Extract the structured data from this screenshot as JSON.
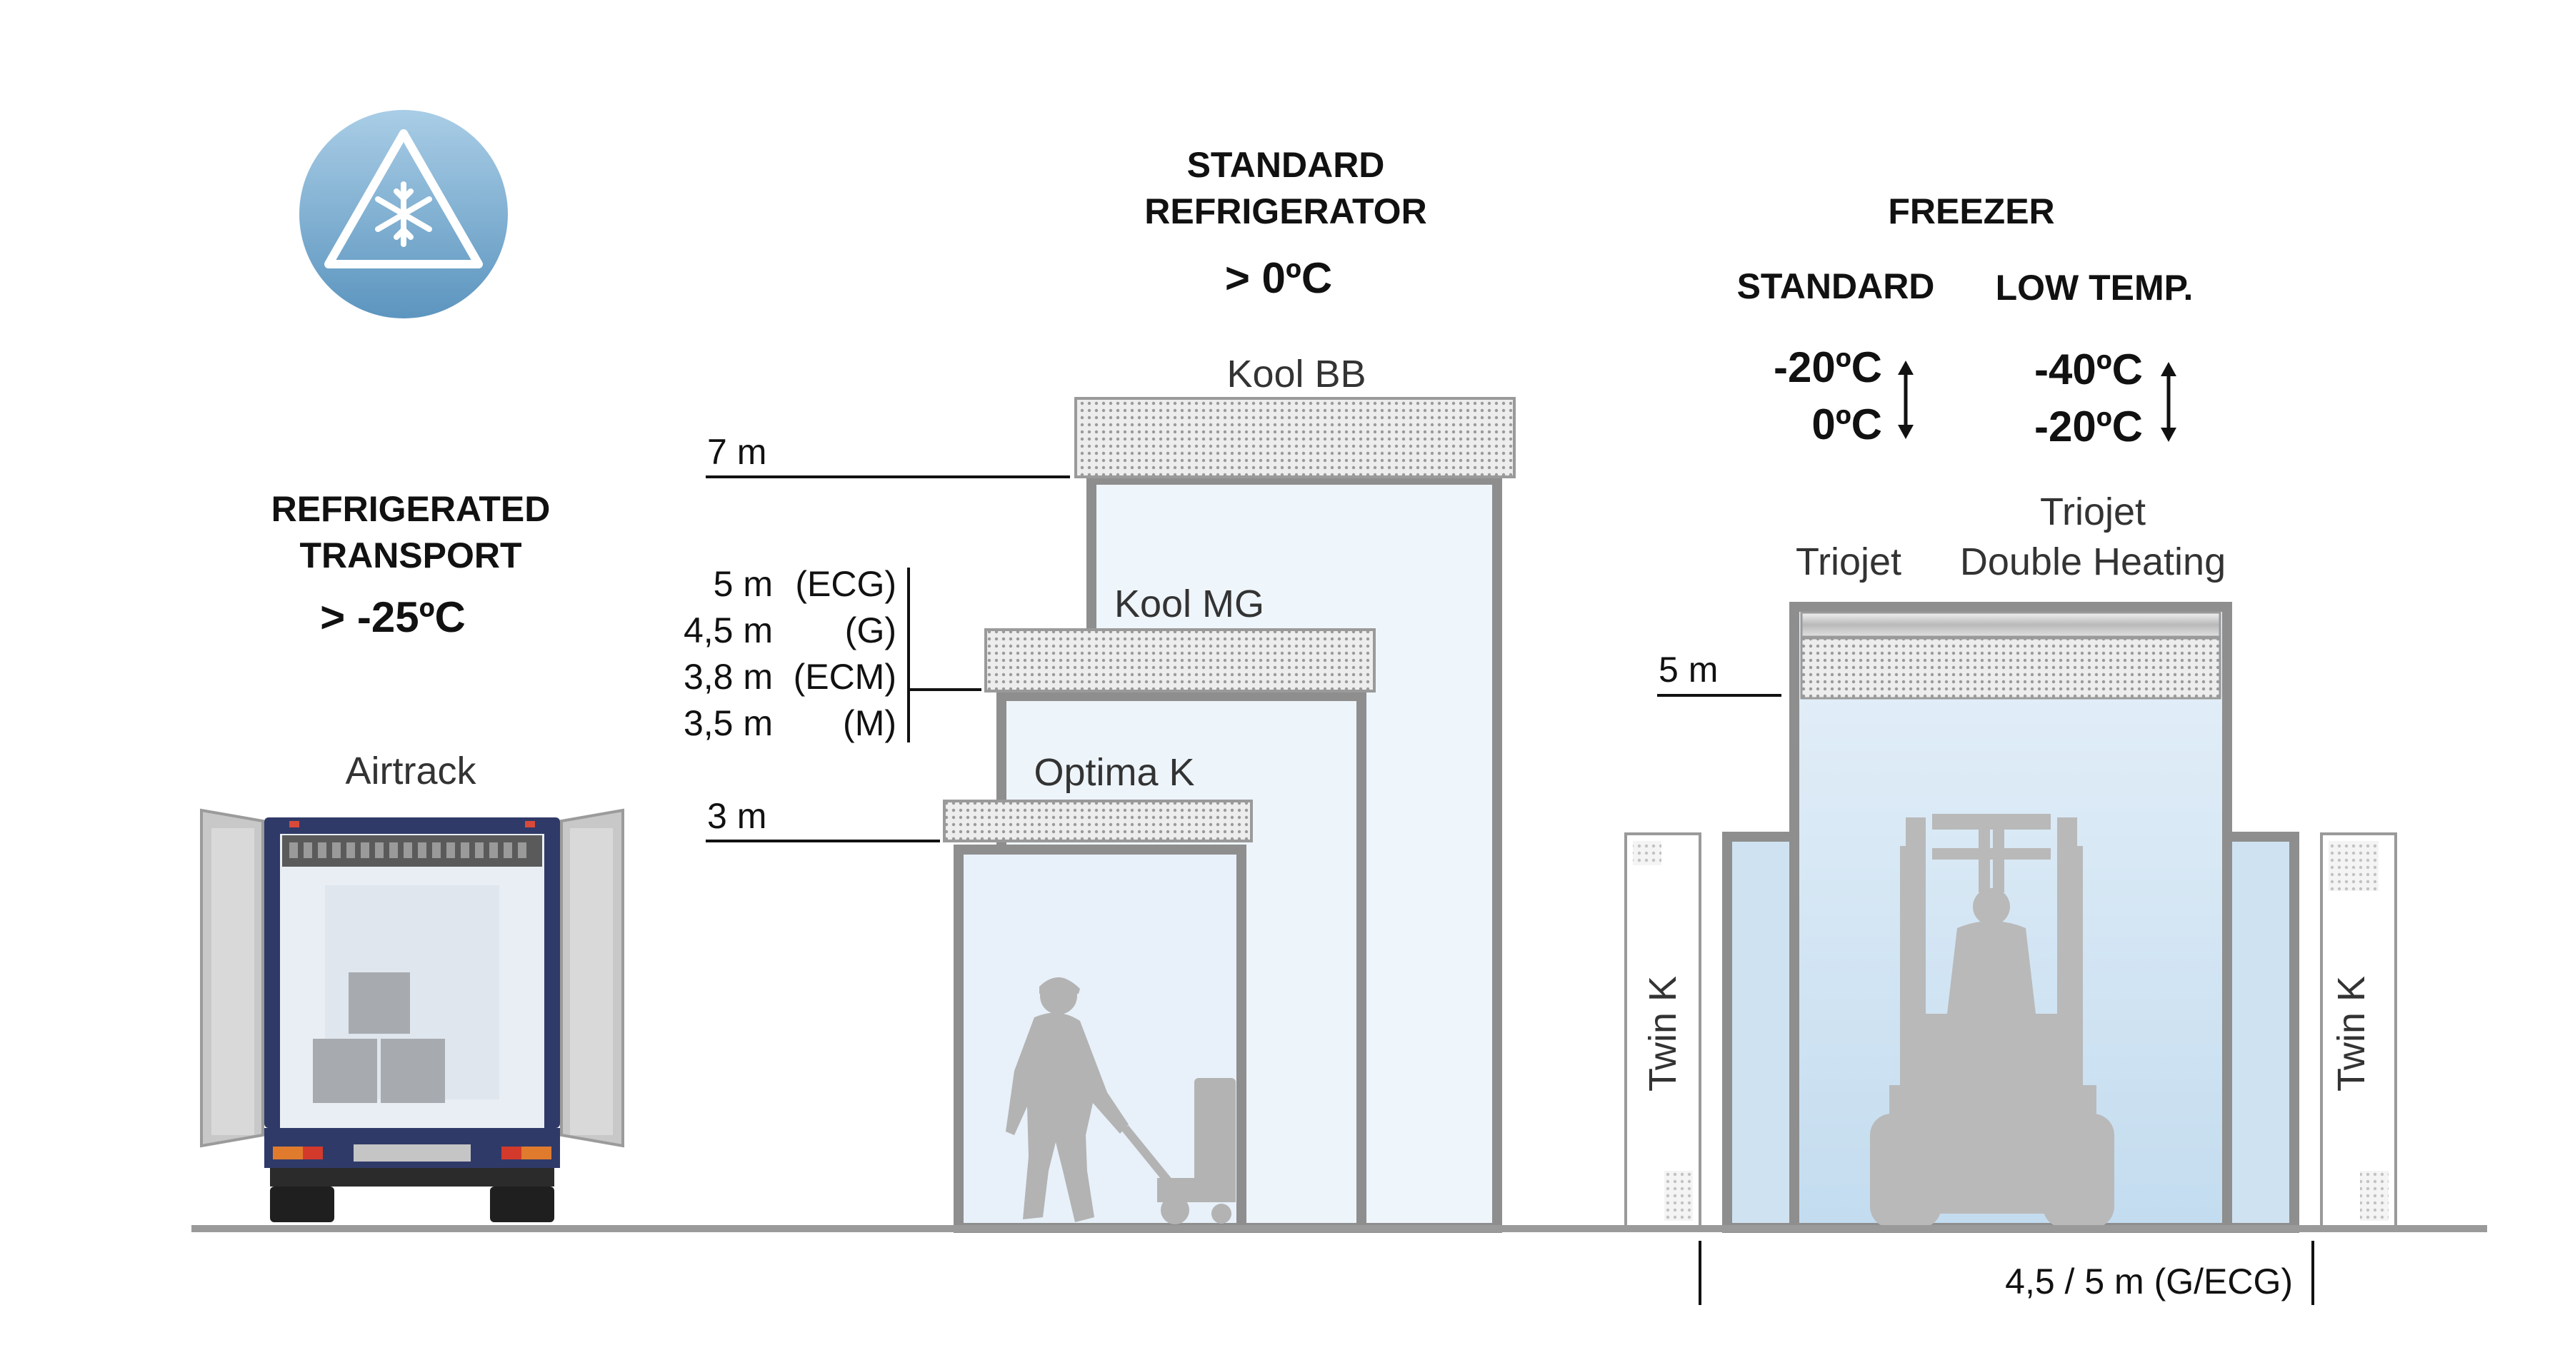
{
  "badge": {
    "icon": "snowflake-warning-icon"
  },
  "transport": {
    "title_line1": "REFRIGERATED",
    "title_line2": "TRANSPORT",
    "temp": "> -25ºC",
    "product": "Airtrack"
  },
  "standard_refrigerator": {
    "title_line1": "STANDARD",
    "title_line2": "REFRIGERATOR",
    "temp": "> 0ºC",
    "products": {
      "kool_bb": "Kool BB",
      "kool_mg": "Kool MG",
      "optima_k": "Optima K"
    },
    "heights": {
      "h7": "7 m",
      "h3": "3 m",
      "mg_values": [
        "5 m",
        "4,5 m",
        "3,8 m",
        "3,5 m"
      ],
      "mg_models": [
        "(ECG)",
        "(G)",
        "(ECM)",
        "(M)"
      ]
    }
  },
  "freezer": {
    "title": "FREEZER",
    "standard": {
      "label": "STANDARD",
      "temp_top": "-20ºC",
      "temp_bottom": "0ºC"
    },
    "low_temp": {
      "label": "LOW TEMP.",
      "temp_top": "-40ºC",
      "temp_bottom": "-20ºC"
    },
    "products": {
      "triojet": "Triojet",
      "triojet_dh_line1": "Triojet",
      "triojet_dh_line2": "Double Heating",
      "twin_k": "Twin K"
    },
    "height": "5 m",
    "width": "4,5 / 5 m (G/ECG)"
  },
  "colors": {
    "frame": "#8e8e8e",
    "ground": "#9a9a9a",
    "glass_light": "#eef5fb",
    "glass_freezer": "#cfe2f2",
    "truck_blue": "#2f3a68",
    "badge_blue": "#7fb1d3",
    "silhouette": "#b3b3b3"
  }
}
